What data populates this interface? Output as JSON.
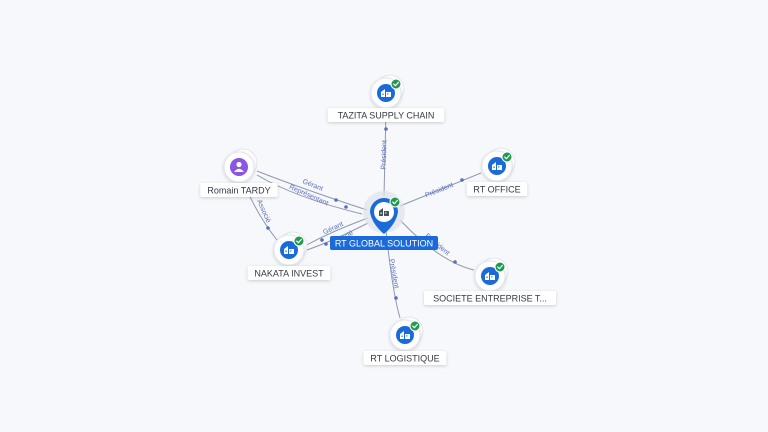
{
  "colors": {
    "background": "#f6f8fc",
    "edge": "#8e99ad",
    "edge_label": "#5b6fb8",
    "company_icon": "#1a6bd9",
    "person_icon": "#8a55e0",
    "verified": "#1f9a4f",
    "center_badge": "#1a6bd9"
  },
  "center": {
    "label": "RT GLOBAL SOLUTION",
    "icon": "building-icon",
    "verified": true
  },
  "nodes": [
    {
      "id": "tazita",
      "label": "TAZITA SUPPLY CHAIN",
      "type": "company",
      "icon": "building-icon",
      "verified": true
    },
    {
      "id": "rtoffice",
      "label": "RT OFFICE",
      "type": "company",
      "icon": "building-icon",
      "verified": true
    },
    {
      "id": "societe",
      "label": "SOCIETE ENTREPRISE T...",
      "type": "company",
      "icon": "building-icon",
      "verified": true
    },
    {
      "id": "rtlog",
      "label": "RT LOGISTIQUE",
      "type": "company",
      "icon": "building-icon",
      "verified": true
    },
    {
      "id": "nakata",
      "label": "NAKATA INVEST",
      "type": "company",
      "icon": "building-icon",
      "verified": true
    },
    {
      "id": "romain",
      "label": "Romain TARDY",
      "type": "person",
      "icon": "person-icon",
      "verified": false
    }
  ],
  "edges": [
    {
      "from": "center",
      "to": "tazita",
      "label": "Président"
    },
    {
      "from": "center",
      "to": "rtoffice",
      "label": "Président"
    },
    {
      "from": "center",
      "to": "societe",
      "label": "Président"
    },
    {
      "from": "center",
      "to": "rtlog",
      "label": "Président"
    },
    {
      "from": "center",
      "to": "nakata",
      "label": "Gérant"
    },
    {
      "from": "center",
      "to": "nakata",
      "label": "Associé"
    },
    {
      "from": "romain",
      "to": "center",
      "label": "Gérant"
    },
    {
      "from": "romain",
      "to": "center",
      "label": "Représentant"
    },
    {
      "from": "romain",
      "to": "nakata",
      "label": "Associé"
    }
  ]
}
